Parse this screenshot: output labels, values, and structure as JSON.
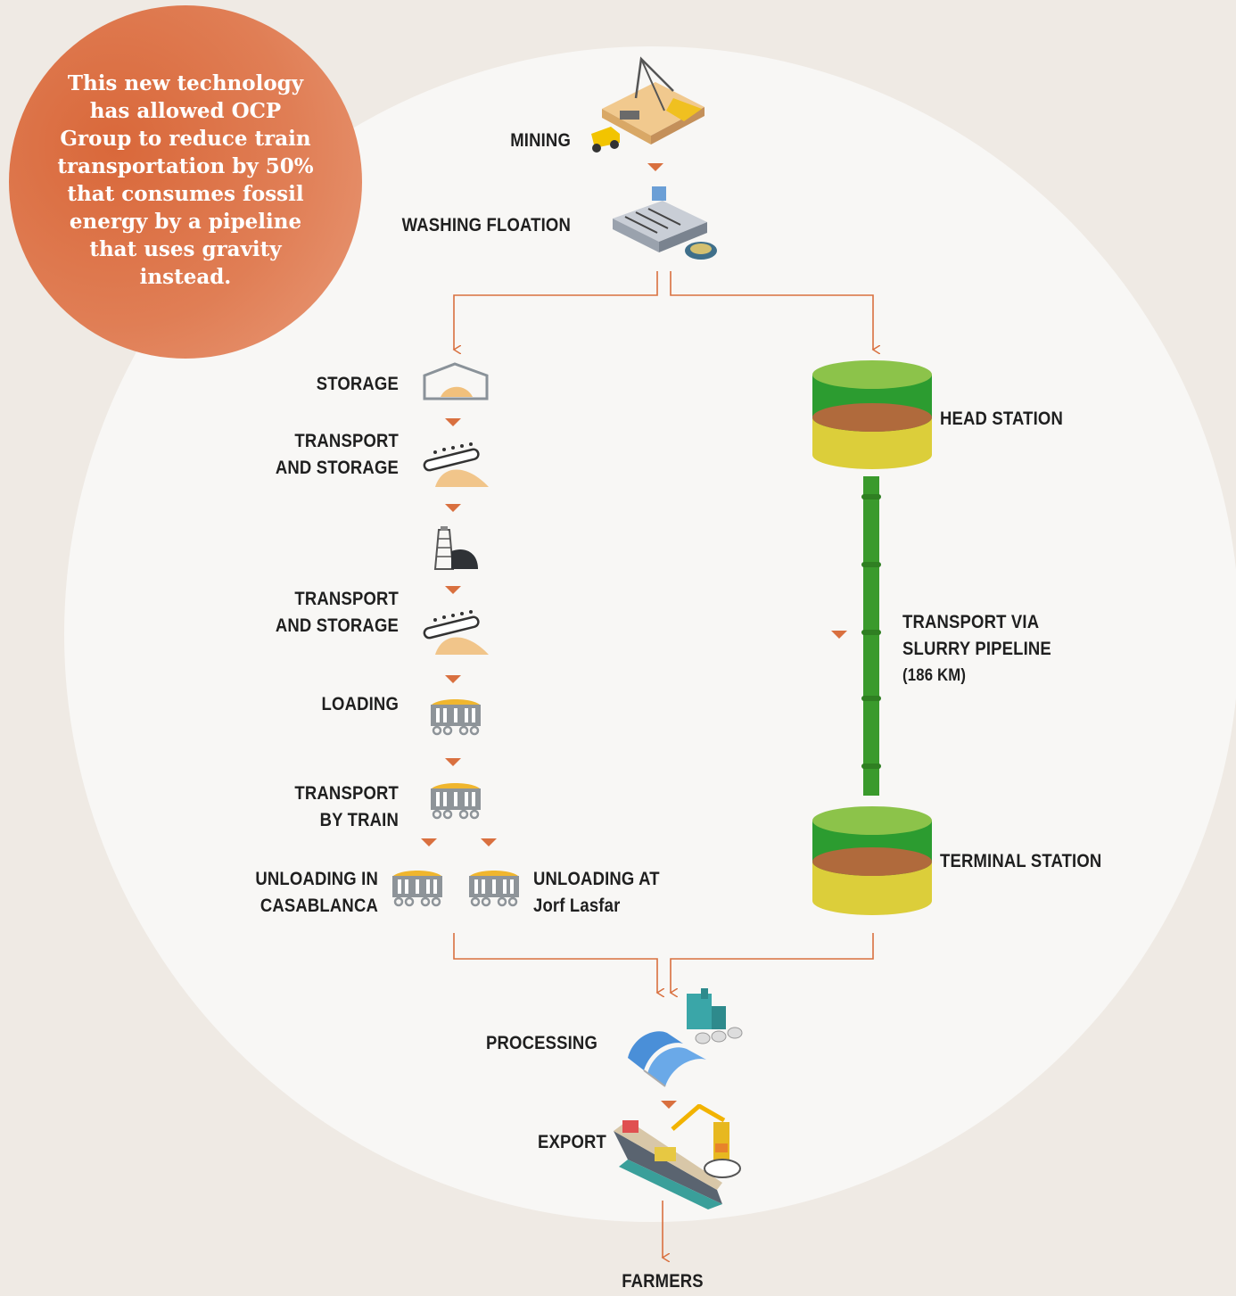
{
  "callout": {
    "text": "This new technology has allowed OCP Group to reduce train transportation by 50% that consumes fossil energy by a pipeline that uses gravity instead."
  },
  "steps": {
    "mining": "MINING",
    "washing_floation": "WASHING FLOATION",
    "storage": "STORAGE",
    "transport_storage_1": [
      "TRANSPORT",
      "AND STORAGE"
    ],
    "transport_storage_2": [
      "TRANSPORT",
      "AND STORAGE"
    ],
    "loading": "LOADING",
    "transport_by_train": [
      "TRANSPORT",
      "BY TRAIN"
    ],
    "unloading_casablanca": [
      "UNLOADING IN",
      "CASABLANCA"
    ],
    "unloading_jorf": [
      "UNLOADING AT",
      "Jorf Lasfar"
    ],
    "head_station": "HEAD STATION",
    "pipeline": [
      "TRANSPORT VIA",
      "SLURRY PIPELINE",
      "(186 KM)"
    ],
    "terminal_station": "TERMINAL STATION",
    "processing": "PROCESSING",
    "export": "EXPORT",
    "farmers": "FARMERS"
  },
  "colors": {
    "accent": "#d9703f",
    "badge": "#e07e55",
    "tank_green": "#2c9c30",
    "tank_top": "#8cc34a",
    "tank_brown": "#b06a3c",
    "tank_yellow": "#dcce3a",
    "pipe": "#3a9a2c"
  },
  "icons": [
    "mining-site-icon",
    "washing-plant-icon",
    "warehouse-icon",
    "conveyor-icon",
    "mine-shaft-icon",
    "rail-wagon-icon",
    "head-station-tank-icon",
    "terminal-station-tank-icon",
    "processing-plant-icon",
    "cargo-ship-icon"
  ]
}
